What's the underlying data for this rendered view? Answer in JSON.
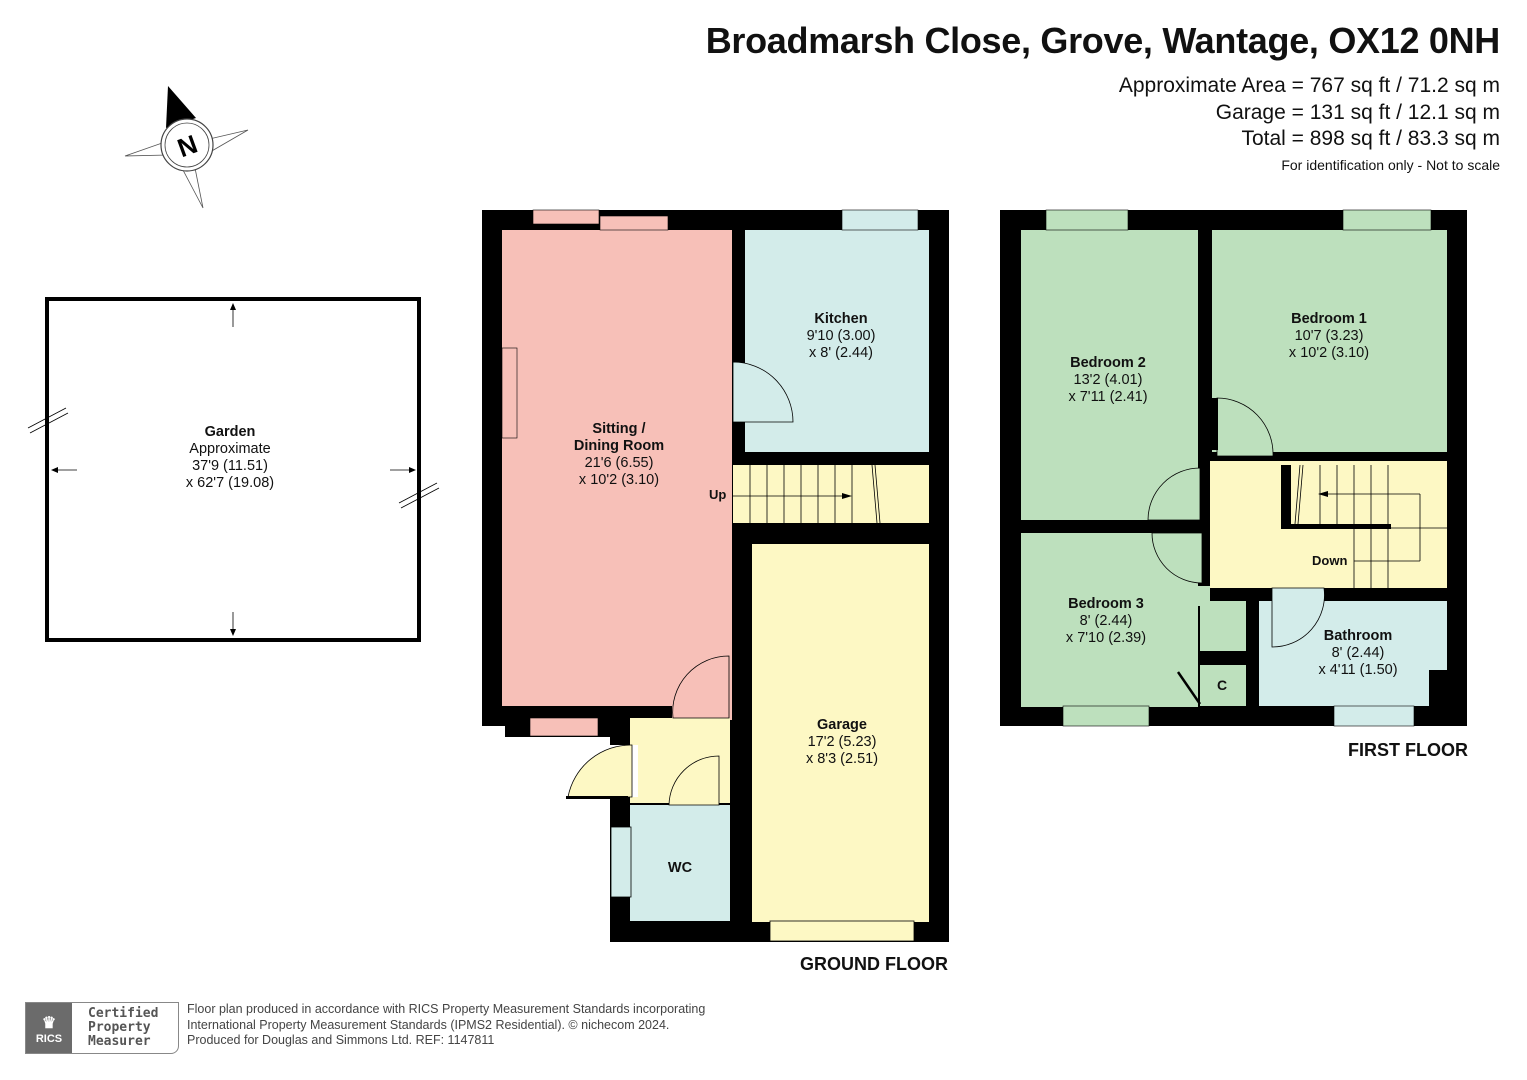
{
  "header": {
    "title": "Broadmarsh Close, Grove, Wantage, OX12 0NH",
    "areas": [
      "Approximate Area = 767 sq ft / 71.2 sq m",
      "Garage = 131 sq ft / 12.1 sq m",
      "Total = 898 sq ft / 83.3 sq m"
    ],
    "note": "For identification only - Not to scale"
  },
  "compass": {
    "label": "N",
    "icon": "north-arrow-icon"
  },
  "garden": {
    "name": "Garden",
    "line1": "Approximate",
    "line2": "37'9 (11.51)",
    "line3": "x 62'7 (19.08)"
  },
  "ground_floor": {
    "label": "GROUND FLOOR",
    "stairs_label": "Up",
    "rooms": [
      {
        "name": "Sitting /",
        "name2": "Dining Room",
        "dim1": "21'6 (6.55)",
        "dim2": "x 10'2 (3.10)",
        "color": "#f7c0b8"
      },
      {
        "name": "Kitchen",
        "dim1": "9'10 (3.00)",
        "dim2": "x 8' (2.44)",
        "color": "#d3ecea"
      },
      {
        "name": "Garage",
        "dim1": "17'2 (5.23)",
        "dim2": "x 8'3 (2.51)",
        "color": "#fdf8c4"
      },
      {
        "name": "WC",
        "color": "#d3ecea"
      }
    ]
  },
  "first_floor": {
    "label": "FIRST FLOOR",
    "stairs_label": "Down",
    "cupboard_label": "C",
    "rooms": [
      {
        "name": "Bedroom 1",
        "dim1": "10'7 (3.23)",
        "dim2": "x 10'2 (3.10)",
        "color": "#bde0bd"
      },
      {
        "name": "Bedroom 2",
        "dim1": "13'2 (4.01)",
        "dim2": "x 7'11 (2.41)",
        "color": "#bde0bd"
      },
      {
        "name": "Bedroom 3",
        "dim1": "8' (2.44)",
        "dim2": "x 7'10 (2.39)",
        "color": "#bde0bd"
      },
      {
        "name": "Bathroom",
        "dim1": "8' (2.44)",
        "dim2": "x 4'11 (1.50)",
        "color": "#d3ecea"
      }
    ]
  },
  "footer": {
    "badge_logo": "RICS",
    "badge_lines": [
      "Certified",
      "Property",
      "Measurer"
    ],
    "text_lines": [
      "Floor plan produced in accordance with RICS Property Measurement Standards incorporating",
      "International Property Measurement Standards (IPMS2 Residential).   © nichecom 2024.",
      "Produced for Douglas and Simmons Ltd.   REF: 1147811"
    ]
  },
  "colors": {
    "wall": "#000000",
    "sitting": "#f7c0b8",
    "kitchen_bath": "#d3ecea",
    "hall_garage": "#fdf8c4",
    "bedroom": "#bde0bd"
  }
}
